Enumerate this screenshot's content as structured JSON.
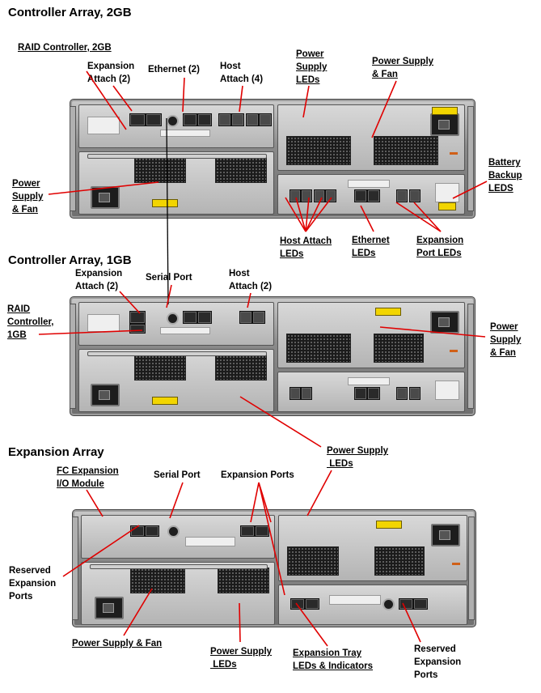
{
  "sections": {
    "ctrl2gb": {
      "title": "Controller Array, 2GB",
      "labels": {
        "raid_controller": "RAID Controller, 2GB",
        "expansion_attach": "Expansion\nAttach (2)",
        "ethernet": "Ethernet (2)",
        "host_attach": "Host\nAttach (4)",
        "power_supply_leds": "Power\nSupply\nLEDs",
        "power_supply_fan_top": "Power Supply\n& Fan",
        "battery_backup_leds": "Battery\nBackup\nLEDS",
        "power_supply_fan_left": "Power\nSupply\n& Fan",
        "host_attach_leds": "Host Attach\nLEDs",
        "ethernet_leds": "Ethernet\nLEDs",
        "expansion_port_leds": "Expansion\nPort LEDs"
      }
    },
    "ctrl1gb": {
      "title": "Controller Array, 1GB",
      "labels": {
        "expansion_attach": "Expansion\nAttach (2)",
        "serial_port": "Serial Port",
        "host_attach": "Host\nAttach (2)",
        "raid_controller": "RAID\nController,\n1GB",
        "power_supply_fan": "Power\nSupply\n& Fan",
        "power_supply_leds": "Power Supply\n LEDs"
      }
    },
    "expansion": {
      "title": "Expansion Array",
      "labels": {
        "fc_expansion_io": "FC Expansion\nI/O Module",
        "serial_port": "Serial Port",
        "expansion_ports": "Expansion Ports",
        "reserved_ports_left": "Reserved\nExpansion\nPorts",
        "power_supply_fan": "Power Supply & Fan",
        "power_supply_leds": "Power Supply\n LEDs",
        "tray_leds": "Expansion Tray\nLEDs & Indicators",
        "reserved_ports_right": "Reserved\nExpansion\nPorts"
      }
    }
  },
  "colors": {
    "leader_line": "#e00000",
    "chassis": "#8a8a8a",
    "grille": "#1b1b1b",
    "warning_label": "#f2d500"
  },
  "icons": [
    "power-inlet-icon",
    "serial-port-icon",
    "fan-grille-icon",
    "warning-label-icon"
  ]
}
